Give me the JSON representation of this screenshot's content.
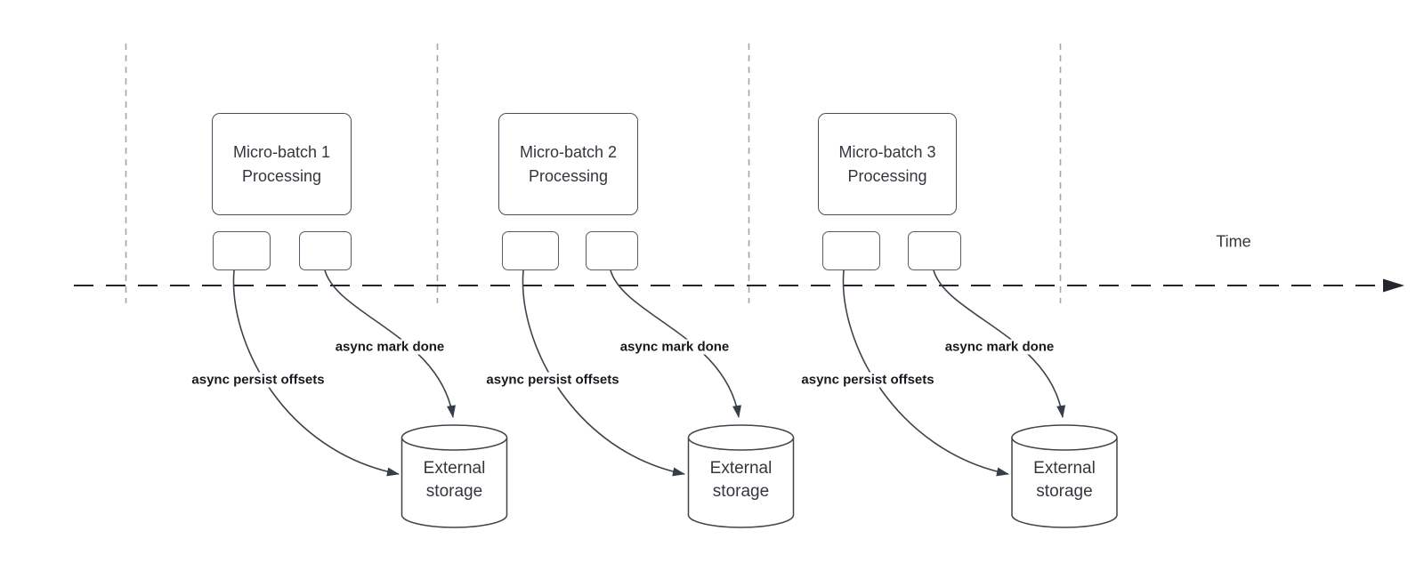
{
  "diagram": {
    "description": "Micro-batch processing timeline with asynchronous writes to external storage",
    "time_axis_label": "Time",
    "batches": [
      {
        "label": "Micro-batch 1\nProcessing"
      },
      {
        "label": "Micro-batch 2\nProcessing"
      },
      {
        "label": "Micro-batch 3\nProcessing"
      }
    ],
    "arrow_labels": {
      "persist_offsets": "async persist offsets",
      "mark_done": "async mark done"
    },
    "storage_label": "External\nstorage",
    "colors": {
      "background": "#ffffff",
      "shape_stroke": "#4a5057",
      "arrow_stroke": "#3d434d",
      "arrowhead_fill": "#363d47",
      "time_axis": "#23272b",
      "lane_divider": "#a5a5a5",
      "text": "#33373c",
      "arrow_label_text": "#16191d"
    }
  }
}
